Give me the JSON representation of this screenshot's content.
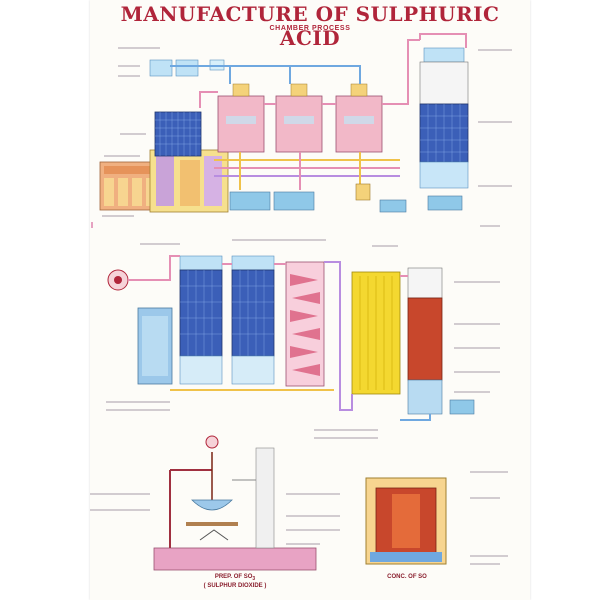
{
  "poster": {
    "title": "MANUFACTURE OF SULPHURIC ACID",
    "subtitle": "CHAMBER PROCESS"
  },
  "sections": {
    "lower_left_caption_line1": "PREP. OF SO",
    "lower_left_caption_subscript": "3",
    "lower_left_caption_line2": "( SULPHUR DIOXIDE )",
    "lower_right_caption": "CONC. OF SO"
  },
  "colors": {
    "title_red": "#b0253a",
    "pipe_pink": "#e58fb4",
    "pipe_blue": "#6fa8e0",
    "pipe_yellow": "#f0c24a",
    "tower_blue": "#3b5fb8",
    "tower_red": "#c8472c",
    "chamber_pink": "#f2b8c8",
    "yellow_tower": "#f4d830",
    "base_pink": "#e8a3c4"
  }
}
